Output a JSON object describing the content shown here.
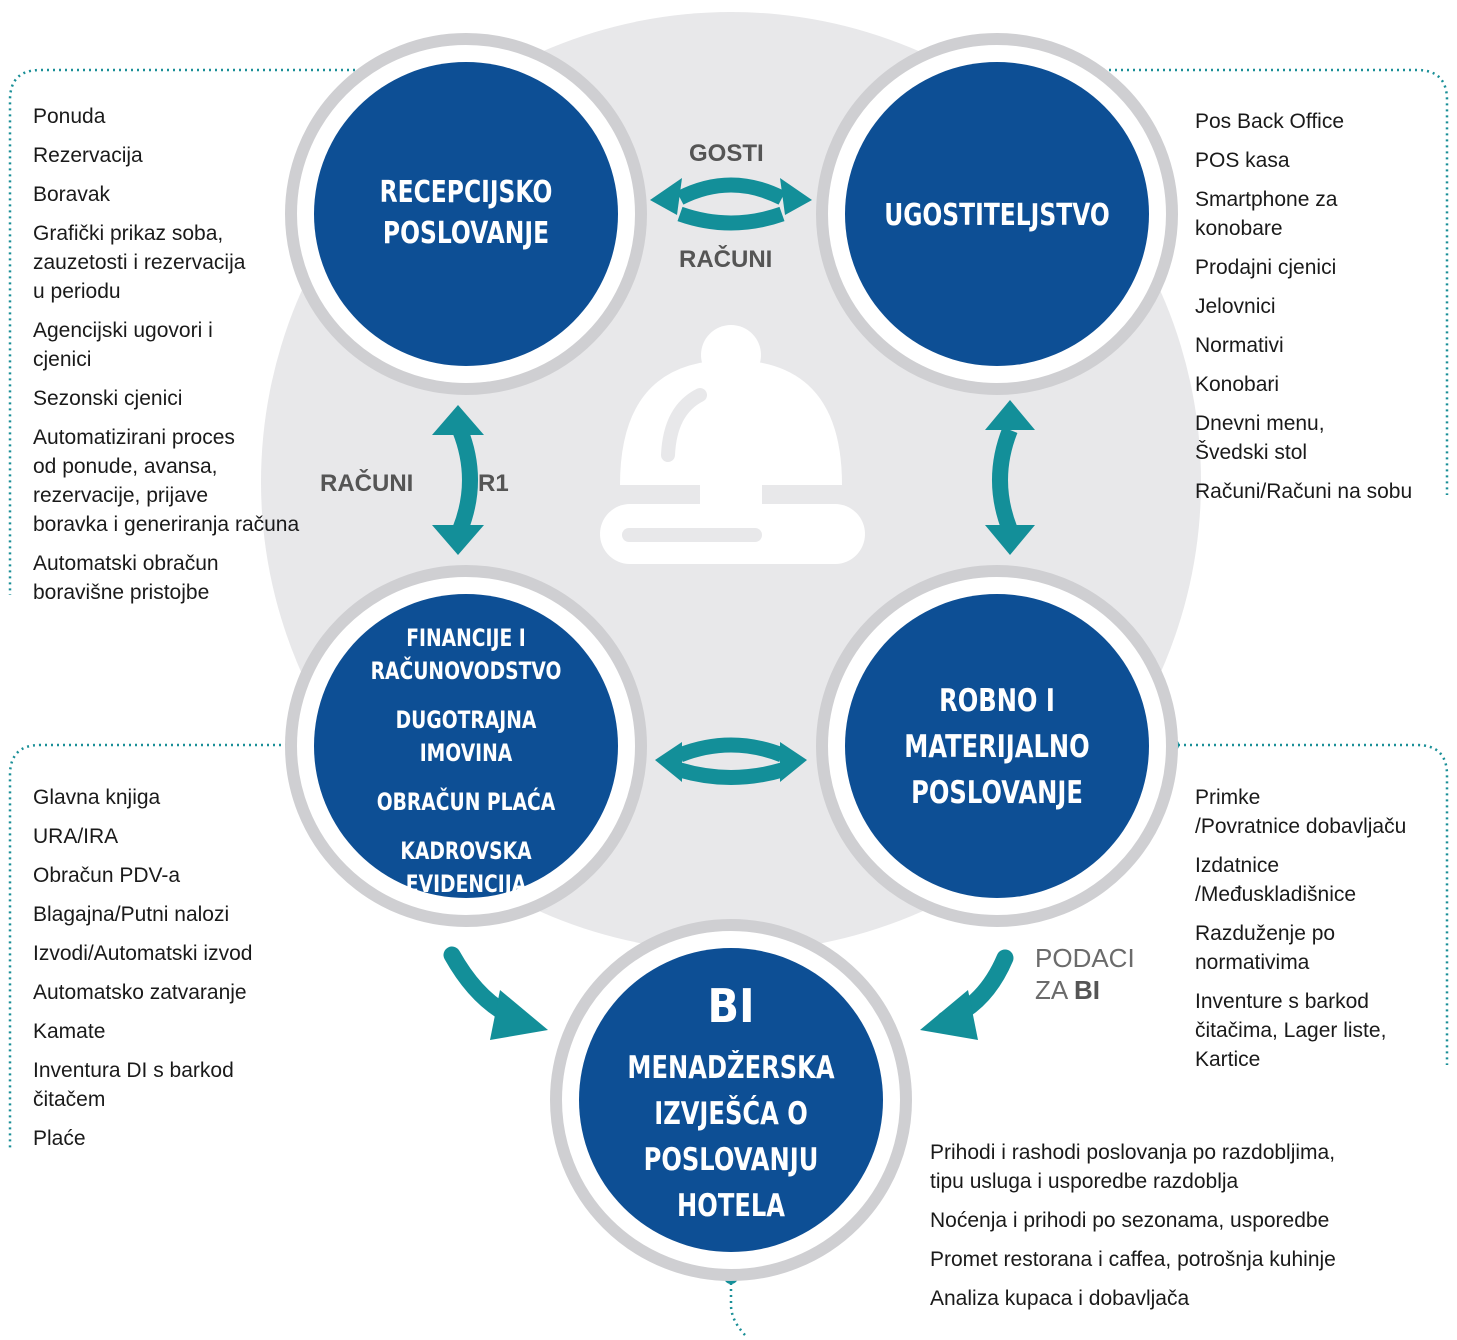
{
  "nodes": {
    "reception": {
      "title": "RECEPCIJSKO\nPOSLOVANJE"
    },
    "catering": {
      "title": "UGOSTITELJSTVO"
    },
    "finance": {
      "lines": [
        "FINANCIJE I\nRAČUNOVODSTVO",
        "DUGOTRAJNA IMOVINA",
        "OBRAČUN PLAĆA",
        "KADROVSKA\nEVIDENCIJA"
      ]
    },
    "goods": {
      "title": "ROBNO I\nMATERIJALNO\nPOSLOVANJE"
    },
    "bi": {
      "heading": "BI",
      "title": "MENADŽERSKA\nIZVJEŠĆA O\nPOSLOVANJU\nHOTELA"
    }
  },
  "connectors": {
    "top_above": "GOSTI",
    "top_below": "RAČUNI",
    "left_a": "RAČUNI",
    "left_b": "R1",
    "bi_label_1": "PODACI",
    "bi_label_2_prefix": "ZA ",
    "bi_label_2_bold": "BI"
  },
  "lists": {
    "reception": [
      "Ponuda",
      "Rezervacija",
      "Boravak",
      "Grafički prikaz soba,\nzauzetosti i rezervacija\nu periodu",
      "Agencijski ugovori i\ncjenici",
      "Sezonski cjenici",
      "Automatizirani proces\nod ponude, avansa,\nrezervacije, prijave\nboravka i generiranja računa",
      "Automatski obračun\nboravišne pristojbe"
    ],
    "catering": [
      "Pos Back Office",
      "POS kasa",
      "Smartphone za\nkonobare",
      "Prodajni cjenici",
      "Jelovnici",
      "Normativi",
      "Konobari",
      "Dnevni menu,\nŠvedski stol",
      "Računi/Računi na sobu"
    ],
    "finance": [
      "Glavna knjiga",
      "URA/IRA",
      "Obračun PDV-a",
      "Blagajna/Putni nalozi",
      "Izvodi/Automatski izvod",
      "Automatsko zatvaranje",
      "Kamate",
      "Inventura DI s barkod\nčitačem",
      "Plaće"
    ],
    "goods": [
      "Primke\n/Povratnice dobavljaču",
      "Izdatnice\n/Međuskladišnice",
      "Razduženje po\nnormativima",
      "Inventure s barkod\nčitačima, Lager liste,\nKartice"
    ],
    "bi": [
      "Prihodi i rashodi poslovanja po razdobljima,\ntipu usluga i usporedbe razdoblja",
      "Noćenja i prihodi po sezonama, usporedbe",
      "Promet restorana i caffea, potrošnja kuhinje",
      "Analiza kupaca i dobavljača"
    ]
  },
  "colors": {
    "node_fill": "#0d4f95",
    "ring": "#cfcfd2",
    "background_circle": "#e8e8ea",
    "arrow": "#138f99",
    "icon": "#ffffff",
    "dotted": "#1a8f97"
  }
}
